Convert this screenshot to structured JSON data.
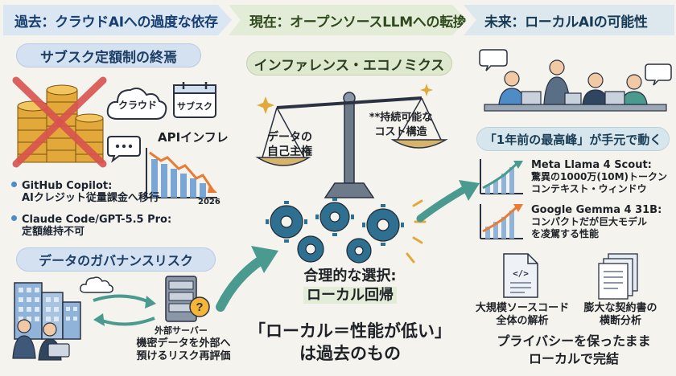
{
  "headers": {
    "past": "過去：クラウドAIへの過度な依存",
    "present": "現在：オープンソースLLMへの転換",
    "future": "未来：ローカルAIの可能性"
  },
  "past": {
    "subscription_title": "サブスク定額制の終焉",
    "cloud_label": "クラウド",
    "calendar_label": "サブスク",
    "api_inflation_label": "APIインフレ",
    "api_inflation_year": "2026",
    "bullets": [
      {
        "line1": "GitHub Copilot:",
        "line2": "AIクレジット従量課金へ移行"
      },
      {
        "line1": "Claude Code/GPT-5.5 Pro:",
        "line2": "定額維持不可"
      }
    ],
    "governance_title": "データのガバナンスリスク",
    "server_label": "外部サーバー",
    "risk_line1": "機密データを外部へ",
    "risk_line2": "預けるリスク再評価"
  },
  "present": {
    "title": "インファレンス・エコノミクス",
    "left_pan_line1": "データの",
    "left_pan_line2": "自己主権",
    "right_pan_line1": "**持続可能な",
    "right_pan_line2": "コスト構造",
    "choice_line1": "合理的な選択:",
    "choice_line2": "ローカル回帰",
    "myth_line1": "「ローカル＝性能が低い」",
    "myth_line2": "は過去のもの"
  },
  "future": {
    "peak_title": "「1年前の最高峰」が手元で動く",
    "models": [
      {
        "name": "Meta Llama 4 Scout:",
        "line2": "驚異の1000万(10M)トークン",
        "line3": "コンテキスト・ウィンドウ"
      },
      {
        "name": "Google Gemma 4 31B:",
        "line2": "コンパクトだが巨大モデル",
        "line3": "を凌駕する性能"
      }
    ],
    "use_case_1_line1": "大規模ソースコード",
    "use_case_1_line2": "全体の解析",
    "use_case_2_line1": "膨大な契約書の",
    "use_case_2_line2": "横断分析",
    "closing_line1": "プライバシーを保ったまま",
    "closing_line2": "ローカルで完結"
  },
  "colors": {
    "header_past_bg": "#dbe6f3",
    "header_present_bg": "#e3ecd6",
    "header_future_bg": "#dde8ee",
    "accent_red": "#d9534f",
    "accent_orange": "#e97b35",
    "accent_blue": "#4e8cc8",
    "accent_teal": "#4a9a8f",
    "gold": "#e3a83a"
  }
}
